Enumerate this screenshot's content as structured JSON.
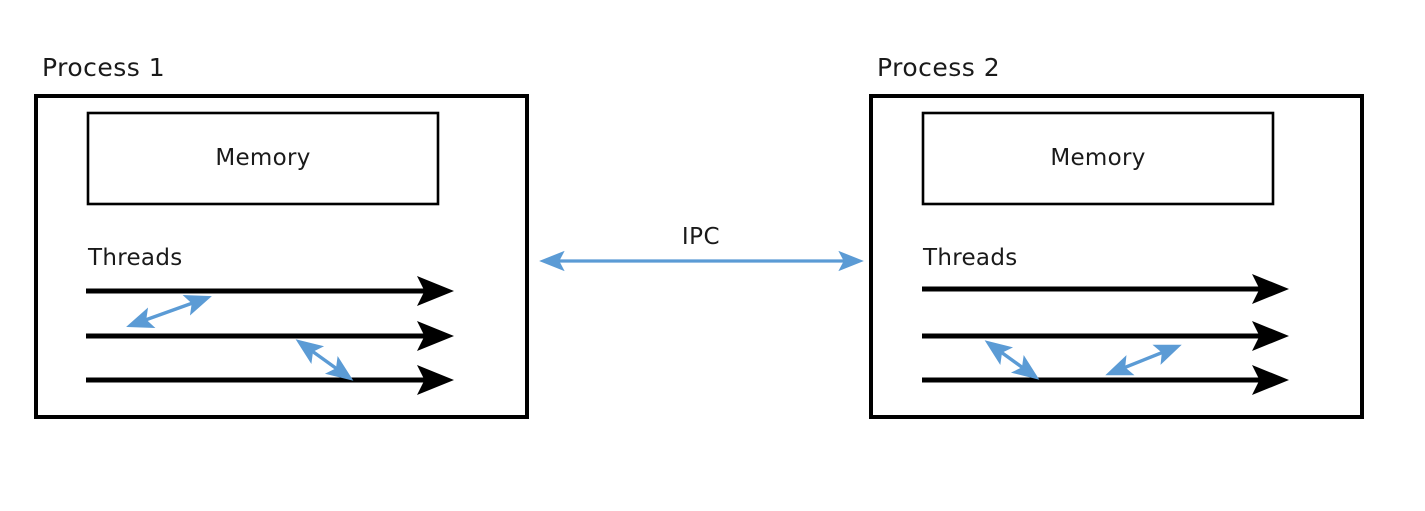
{
  "diagram": {
    "title_text_style": "monospace-sans",
    "background": "#ffffff",
    "accent_blue": "#5B9BD5",
    "stroke_black": "#000000"
  },
  "processes": [
    {
      "title": "Process 1",
      "memory_label": "Memory",
      "threads_label": "Threads",
      "thread_count": 3,
      "thread_arrow_label": "thread-timeline-arrow",
      "comm_arrow_count": 2
    },
    {
      "title": "Process 2",
      "memory_label": "Memory",
      "threads_label": "Threads",
      "thread_count": 3,
      "thread_arrow_label": "thread-timeline-arrow",
      "comm_arrow_count": 2
    }
  ],
  "ipc": {
    "label": "IPC",
    "arrow_direction": "bidirectional",
    "color": "#5B9BD5"
  }
}
